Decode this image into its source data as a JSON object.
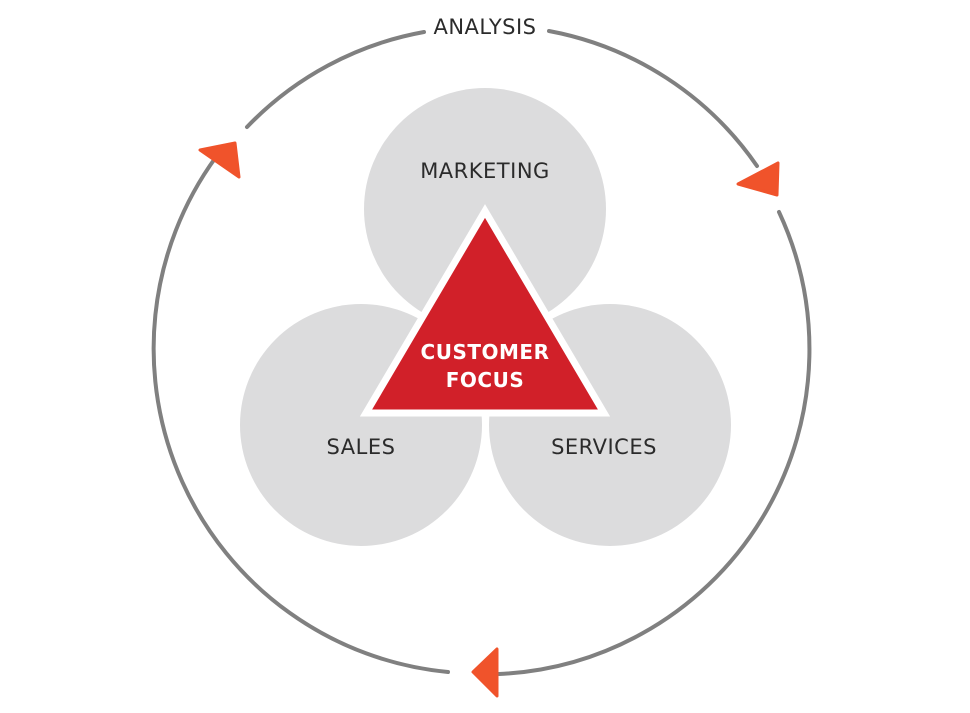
{
  "diagram": {
    "cycle_label": "ANALYSIS",
    "circles": {
      "top": "MARKETING",
      "left": "SALES",
      "right": "SERVICES"
    },
    "core": {
      "line1": "CUSTOMER",
      "line2": "FOCUS"
    }
  },
  "colors": {
    "ring": "#808080",
    "circle_fill": "#dcdcdd",
    "triangle": "#d12029",
    "arrow": "#f0532b",
    "text": "#2b2b2b",
    "core_text": "#ffffff"
  }
}
